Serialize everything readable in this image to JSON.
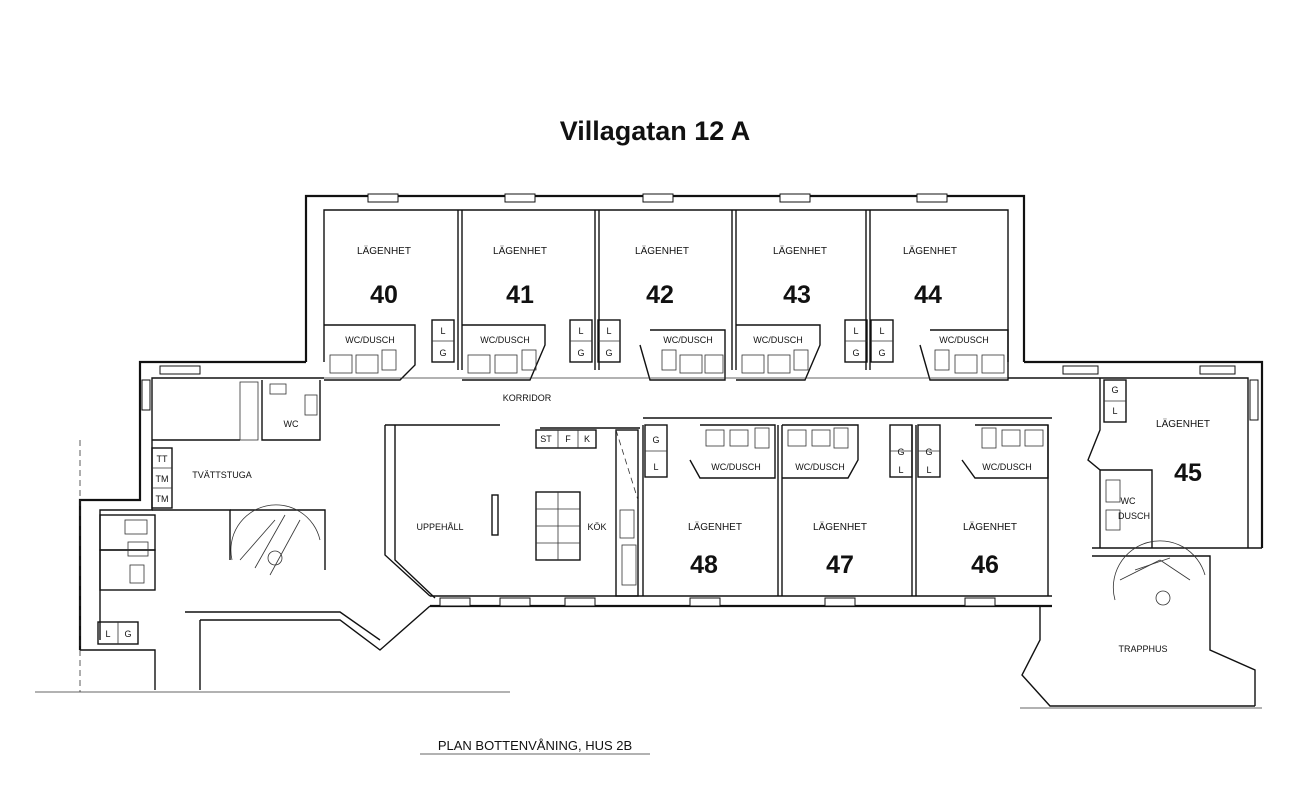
{
  "title": "Villagatan 12 A",
  "caption": "PLAN BOTTENVÅNING, HUS 2B",
  "apartment_label": "LÄGENHET",
  "apartments": [
    "40",
    "41",
    "42",
    "43",
    "44",
    "45",
    "48",
    "47",
    "46"
  ],
  "rooms": {
    "korridor": "KORRIDOR",
    "tvattstuga": "TVÄTTSTUGA",
    "wc": "WC",
    "wc_dusch": "WC/DUSCH",
    "wc_dusch_split_1": "WC",
    "wc_dusch_split_2": "DUSCH",
    "uppehall": "UPPEHÅLL",
    "kok": "KÖK",
    "trapphus": "TRAPPHUS"
  },
  "fixtures": {
    "l": "L",
    "g": "G",
    "st": "ST",
    "f": "F",
    "k": "K",
    "tt": "TT",
    "tm": "TM"
  }
}
